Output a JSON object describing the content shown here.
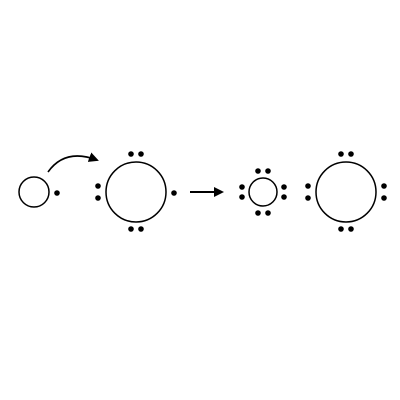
{
  "diagram": {
    "description_visible_text": "",
    "colors": {
      "stroke": "#000000",
      "fill": "#ffffff",
      "electron": "#000000"
    },
    "icons": {
      "arrow_curved": "curved-arrow-icon",
      "arrow_straight": "right-arrow-icon"
    },
    "before": {
      "small_atom_valence_electrons": 1,
      "large_atom_valence_electrons": 7
    },
    "after": {
      "small_ion_valence_electrons": 8,
      "large_ion_valence_electrons": 8
    }
  }
}
